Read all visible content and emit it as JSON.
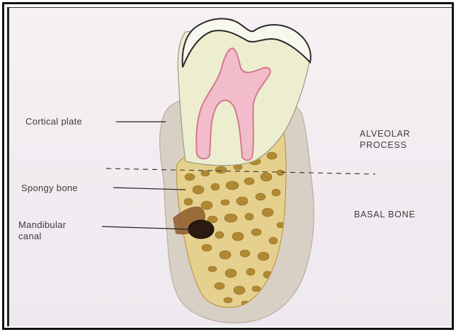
{
  "labels": {
    "cortical_plate": "Cortical plate",
    "spongy_bone": "Spongy bone",
    "mandibular_canal_line1": "Mandibular",
    "mandibular_canal_line2": "canal",
    "alveolar_line1": "ALVEOLAR",
    "alveolar_line2": "PROCESS",
    "basal_bone": "BASAL BONE"
  },
  "colors": {
    "cortical": "#d8cfc6",
    "spongy": "#e5cf8a",
    "trabecula": "#a78028",
    "pulp": "#f2bccb",
    "pulp_outline": "#d17a8c",
    "crown": "#f3f1e3",
    "tooth": "#eceed0",
    "canal": "#2a1a10"
  }
}
